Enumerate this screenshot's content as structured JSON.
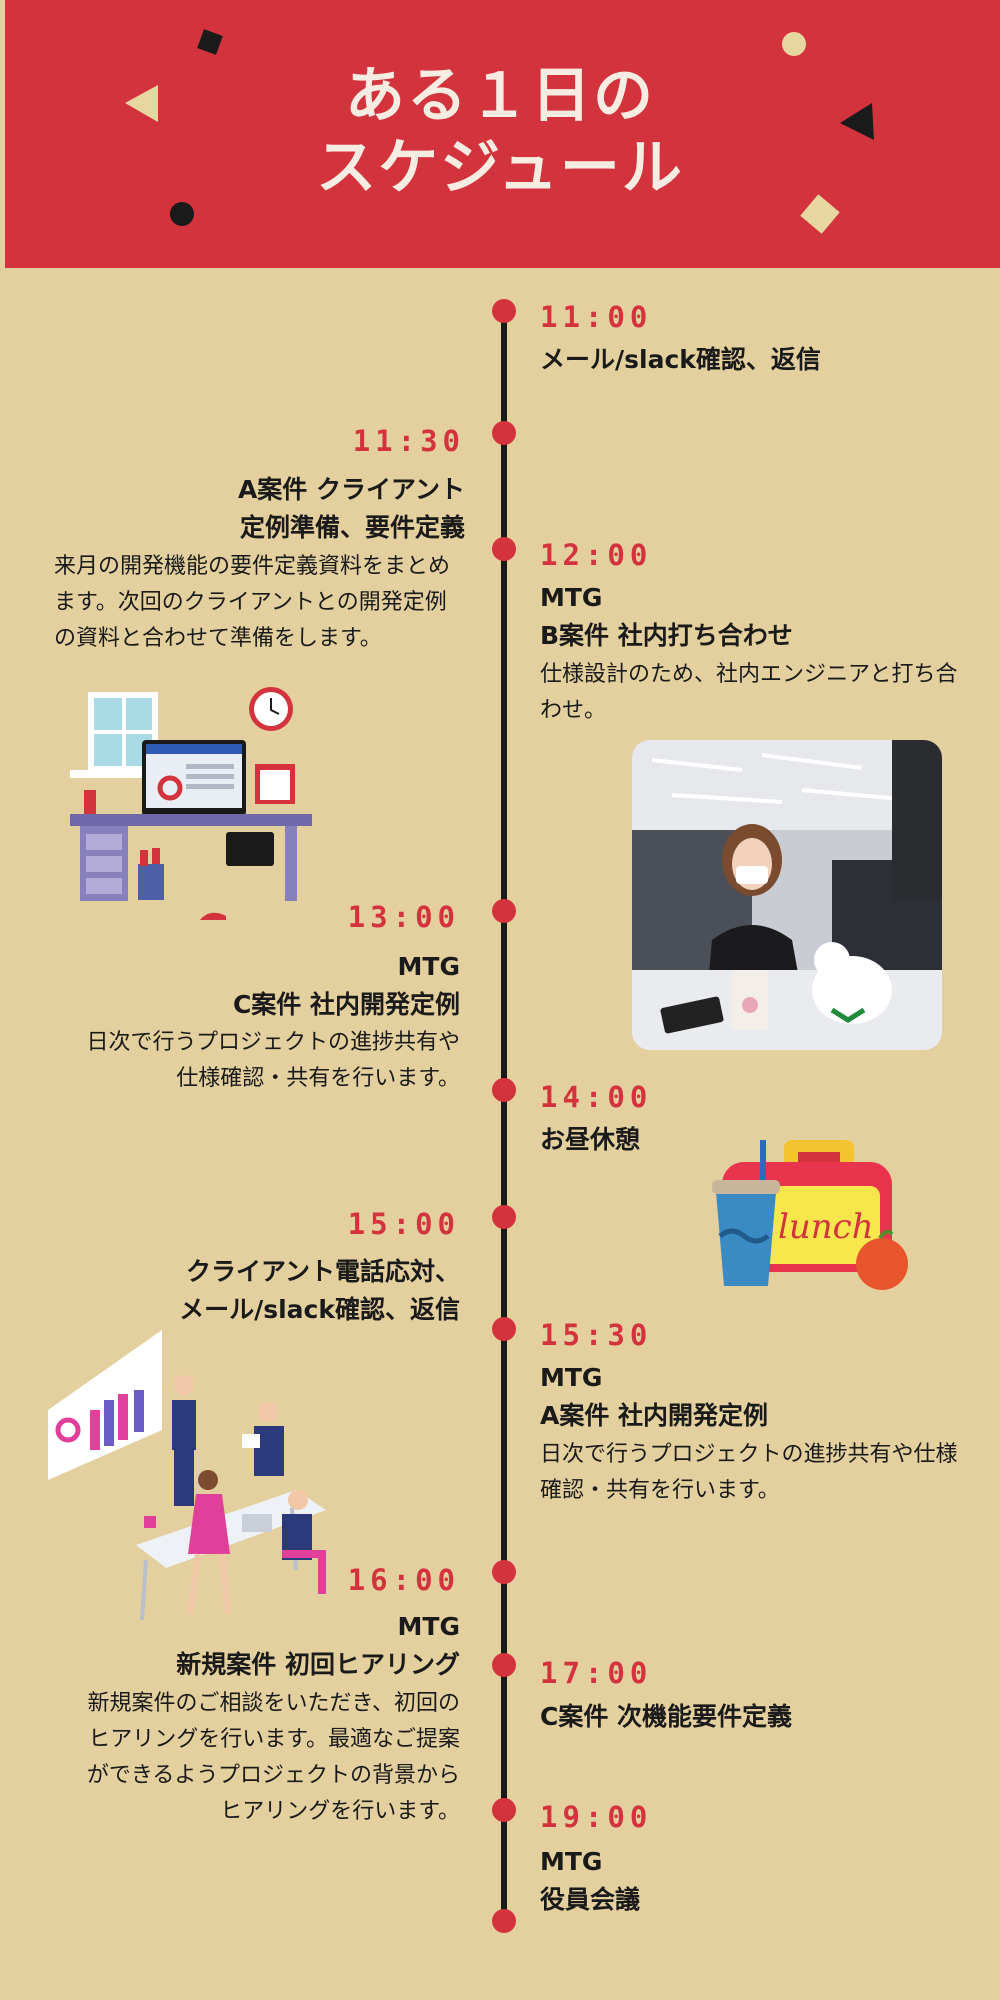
{
  "header": {
    "title_line1": "ある１日の",
    "title_line2": "スケジュール"
  },
  "colors": {
    "header_bg": "#d3333d",
    "page_bg": "#e4d09e",
    "accent": "#d3333d",
    "line": "#1a1a1a",
    "deco_cream": "#e8d6a0"
  },
  "schedule": [
    {
      "time": "11:00",
      "head_lines": [
        "メール/slack確認、返信"
      ],
      "desc": ""
    },
    {
      "time": "11:30",
      "head_lines": [
        "A案件 クライアント",
        "定例準備、要件定義"
      ],
      "desc": "来月の開発機能の要件定義資料をまとめます。次回のクライアントとの開発定例の資料と合わせて準備をします。"
    },
    {
      "time": "12:00",
      "head_lines": [
        "MTG",
        "B案件 社内打ち合わせ"
      ],
      "desc": "仕様設計のため、社内エンジニアと打ち合わせ。"
    },
    {
      "time": "13:00",
      "head_lines": [
        "MTG",
        "C案件 社内開発定例"
      ],
      "desc": "日次で行うプロジェクトの進捗共有や仕様確認・共有を行います。"
    },
    {
      "time": "14:00",
      "head_lines": [
        "お昼休憩"
      ],
      "desc": ""
    },
    {
      "time": "15:00",
      "head_lines": [
        "クライアント電話応対、",
        "メール/slack確認、返信"
      ],
      "desc": ""
    },
    {
      "time": "15:30",
      "head_lines": [
        "MTG",
        "A案件 社内開発定例"
      ],
      "desc": "日次で行うプロジェクトの進捗共有や仕様確認・共有を行います。"
    },
    {
      "time": "16:00",
      "head_lines": [
        "MTG",
        "新規案件 初回ヒアリング"
      ],
      "desc": "新規案件のご相談をいただき、初回のヒアリングを行います。最適なご提案ができるようプロジェクトの背景からヒアリングを行います。"
    },
    {
      "time": "17:00",
      "head_lines": [
        "C案件 次機能要件定義"
      ],
      "desc": ""
    },
    {
      "time": "19:00",
      "head_lines": [
        "MTG",
        "役員会議"
      ],
      "desc": ""
    }
  ],
  "illustrations": {
    "office_desk": "office-desk-illustration",
    "photo": "office-photo",
    "lunch": "lunch-bag-illustration",
    "lunch_text": "lunch",
    "meeting": "meeting-illustration"
  }
}
